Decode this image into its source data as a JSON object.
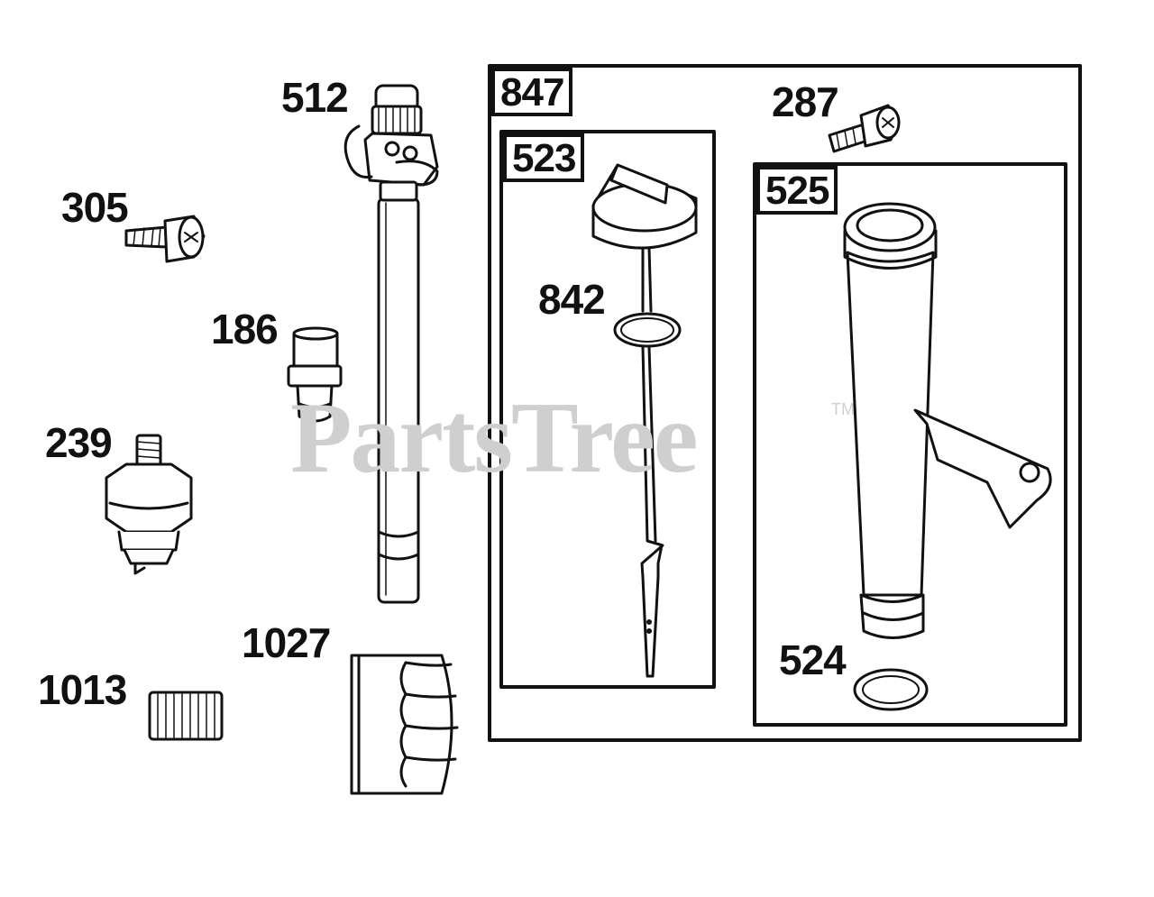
{
  "watermark": {
    "brand": "PartsTree",
    "trademark": "TM"
  },
  "groups": [
    {
      "id": "847",
      "label": "847"
    },
    {
      "id": "523",
      "label": "523"
    },
    {
      "id": "525",
      "label": "525"
    }
  ],
  "parts": [
    {
      "id": "512",
      "label": "512"
    },
    {
      "id": "305",
      "label": "305"
    },
    {
      "id": "186",
      "label": "186"
    },
    {
      "id": "239",
      "label": "239"
    },
    {
      "id": "1027",
      "label": "1027"
    },
    {
      "id": "1013",
      "label": "1013"
    },
    {
      "id": "842",
      "label": "842"
    },
    {
      "id": "287",
      "label": "287"
    },
    {
      "id": "524",
      "label": "524"
    }
  ],
  "colors": {
    "line": "#111111",
    "watermark": "#cfcfcf",
    "background": "#ffffff"
  }
}
